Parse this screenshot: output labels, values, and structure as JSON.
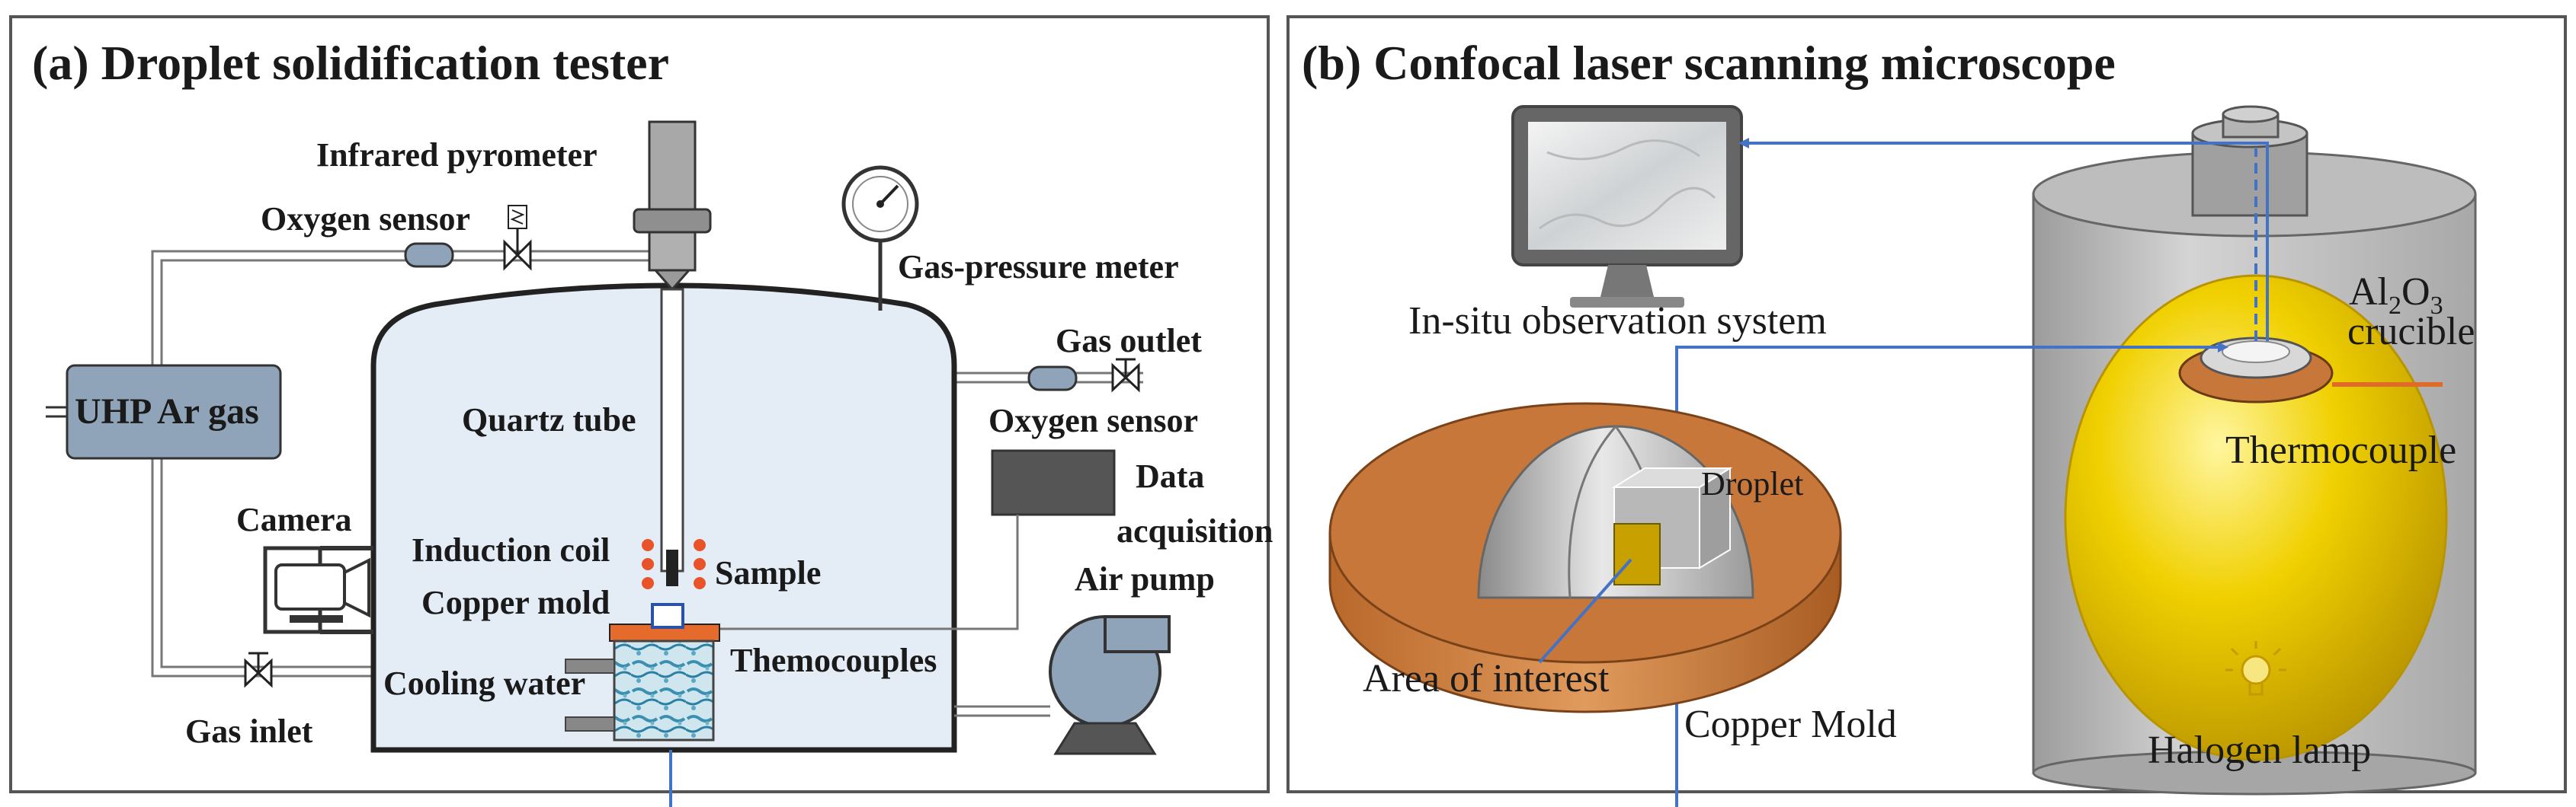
{
  "panels": {
    "a": {
      "title": "(a) Droplet solidification tester",
      "labels": {
        "infrared_pyrometer": "Infrared pyrometer",
        "oxygen_sensor_top": "Oxygen sensor",
        "gas_pressure_meter": "Gas-pressure meter",
        "gas_outlet": "Gas outlet",
        "oxygen_sensor_right": "Oxygen sensor",
        "uhp_ar_gas": "UHP Ar gas",
        "quartz_tube": "Quartz tube",
        "data": "Data",
        "acquisition": "acquisition",
        "camera": "Camera",
        "induction_coil": "Induction coil",
        "sample": "Sample",
        "copper_mold": "Copper mold",
        "air_pump": "Air pump",
        "themocouples": "Themocouples",
        "cooling_water": "Cooling water",
        "gas_inlet": "Gas inlet"
      }
    },
    "b": {
      "title": "(b)  Confocal laser scanning microscope",
      "labels": {
        "in_situ": "In-situ observation system",
        "al2o3_main": "Al",
        "al2o3_sub2": "2",
        "al2o3_o": "O",
        "al2o3_sub3": "3",
        "crucible": "crucible",
        "thermocouple": "Thermocouple",
        "droplet": "Droplet",
        "area_of_interest": "Area of interest",
        "copper_mold": "Copper Mold",
        "halogen_lamp": "Halogen lamp"
      }
    }
  },
  "colors": {
    "chamber_fill": "#e4ecf6",
    "gas_box": "#8fa4b8",
    "copper": "#c8773a",
    "gold": "#e8c400",
    "connector_blue": "#4472c4",
    "heater_dot": "#e8532a"
  }
}
